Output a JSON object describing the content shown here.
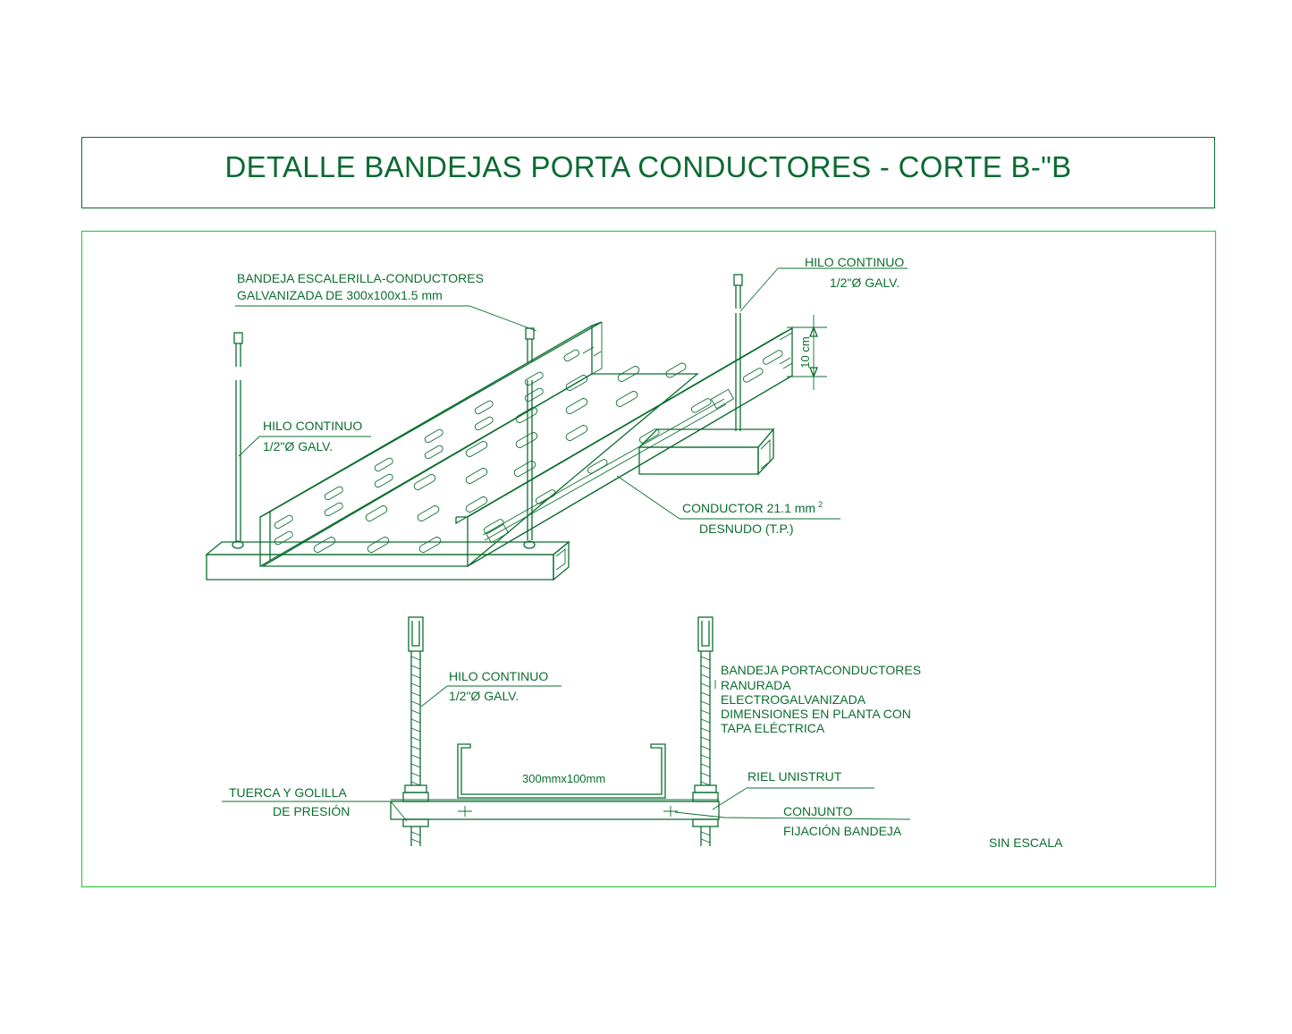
{
  "title": "DETALLE BANDEJAS PORTA CONDUCTORES - CORTE B-\"B",
  "colors": {
    "line": "#0c6e30",
    "frame": "#33cc44",
    "title": "#0b6a31"
  },
  "isometric": {
    "bandeja_line1": "BANDEJA ESCALERILLA-CONDUCTORES",
    "bandeja_line2": "GALVANIZADA DE 300x100x1.5 mm",
    "hilo_left_line1": "HILO CONTINUO",
    "hilo_left_line2": "1/2\"Ø GALV.",
    "hilo_top_line1": "HILO CONTINUO",
    "hilo_top_line2": "1/2\"Ø GALV.",
    "dim_height": "10 cm",
    "conductor_line1": "CONDUCTOR 21.1 mm",
    "conductor_sup": "2",
    "conductor_line2": "DESNUDO (T.P.)"
  },
  "section": {
    "hilo_line1": "HILO CONTINUO",
    "hilo_line2": "1/2\"Ø GALV.",
    "bandeja_lines": [
      "BANDEJA PORTACONDUCTORES",
      "RANURADA",
      "ELECTROGALVANIZADA",
      "DIMENSIONES EN PLANTA CON",
      "TAPA ELÉCTRICA"
    ],
    "tray_size": "300mmx100mm",
    "riel": "RIEL UNISTRUT",
    "tuerca_line1": "TUERCA Y GOLILLA",
    "tuerca_line2": "DE PRESIÓN",
    "conjunto_line1": "CONJUNTO",
    "conjunto_line2": "FIJACIÓN BANDEJA"
  },
  "scale_note": "SIN ESCALA"
}
